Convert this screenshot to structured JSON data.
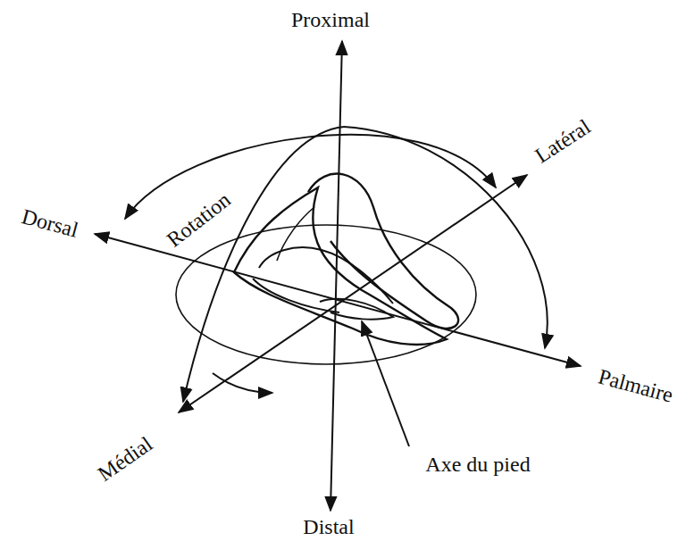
{
  "diagram": {
    "labels": [
      "Proximal",
      "Latéral",
      "Dorsal",
      "Rotation",
      "Palmaire",
      "Médial",
      "Axe du pied",
      "Distal"
    ]
  }
}
